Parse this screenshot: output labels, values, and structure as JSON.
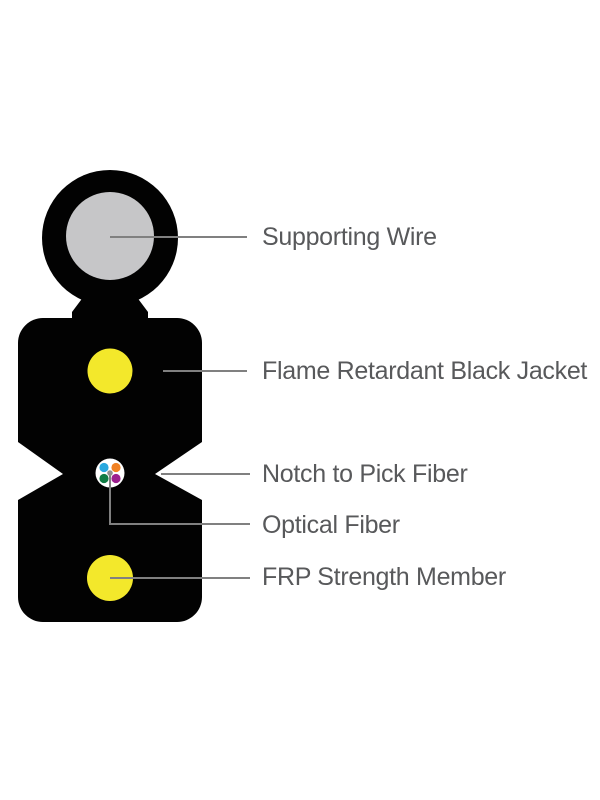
{
  "diagram": {
    "subject": "FTTH flat drop cable cross-section",
    "labels": {
      "supporting_wire": "Supporting Wire",
      "jacket": "Flame Retardant Black Jacket",
      "notch": "Notch to Pick Fiber",
      "optical_fiber": "Optical Fiber",
      "frp": "FRP Strength Member"
    },
    "colors": {
      "jacket_black": "#020202",
      "supporting_wire_gray": "#C6C6C8",
      "frp_yellow": "#F3E82B",
      "leader_line_gray": "#808080",
      "label_text_gray": "#58595B",
      "fiber_tube_white": "#FFFFFF",
      "fiber_tube_edge": "#DBDBDB",
      "fiber_blue": "#29A8DF",
      "fiber_orange": "#F08123",
      "fiber_green": "#107C44",
      "fiber_magenta": "#9C1F8E",
      "fiber_center_gray": "#8E8E8E"
    }
  }
}
